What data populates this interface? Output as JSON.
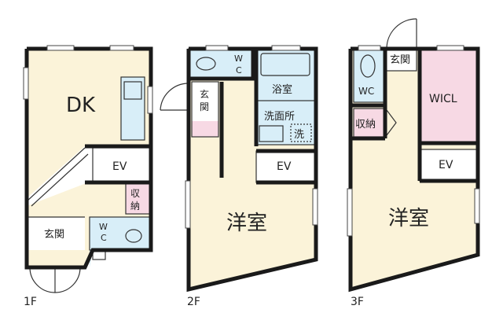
{
  "floors": [
    {
      "id": "1f",
      "floor_label": "1F",
      "rooms": {
        "dk": "DK",
        "ev": "EV",
        "storage": "収\n納",
        "entrance": "玄関",
        "wc": "W\nC"
      }
    },
    {
      "id": "2f",
      "floor_label": "2F",
      "rooms": {
        "wc": "W\nC",
        "entrance": "玄\n関",
        "bath": "浴室",
        "washroom": "洗面所",
        "washer": "洗",
        "ev": "EV",
        "western": "洋室"
      }
    },
    {
      "id": "3f",
      "floor_label": "3F",
      "rooms": {
        "entrance": "玄関",
        "wc": "WC",
        "wicl": "WICL",
        "storage": "収納",
        "ev": "EV",
        "western": "洋室"
      }
    }
  ],
  "colors": {
    "cream": "#fbf3d9",
    "blue": "#d8eef8",
    "pink": "#f7d9e4",
    "wall": "#1a1a1a"
  }
}
